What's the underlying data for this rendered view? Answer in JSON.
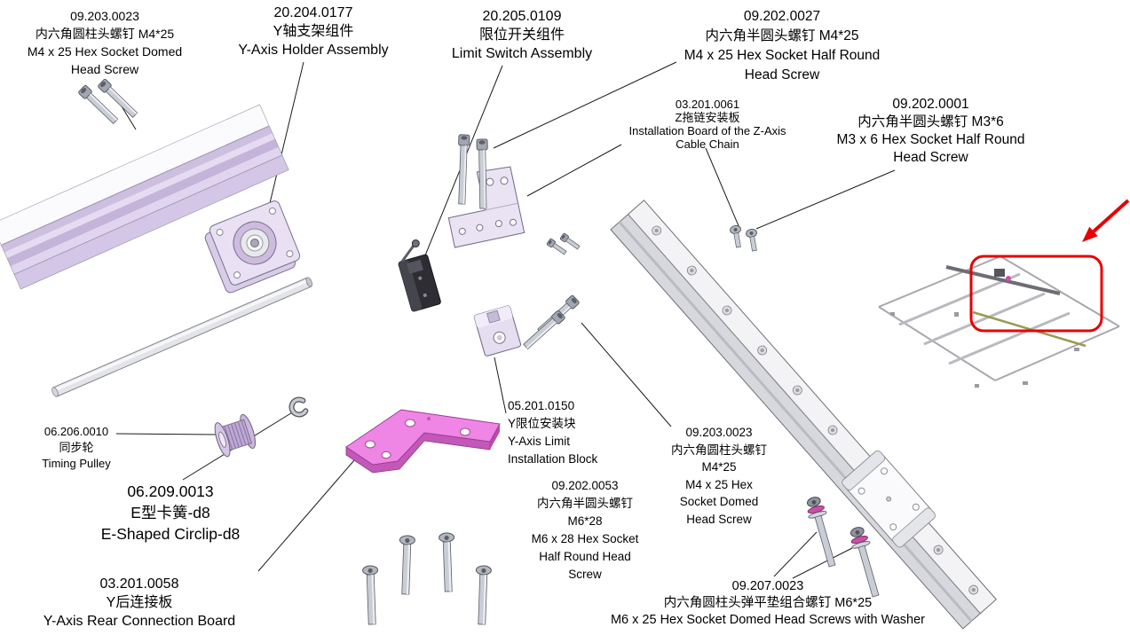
{
  "page": {
    "title": "Y-Axis Assembly Exploded View Diagram"
  },
  "colors": {
    "highlight_red": "#e80000",
    "board_pink": "#ef85e5",
    "part_lavender": "#e9e1f3",
    "metal_gray": "#c9cdd5",
    "washer_magenta": "#cc4fa5"
  },
  "labels": {
    "screw_m4x25_domed_tl": {
      "lines": [
        "09.203.0023",
        "内六角圆柱头螺钉 M4*25",
        "M4 x 25 Hex Socket Domed",
        "Head Screw"
      ]
    },
    "y_axis_holder": {
      "lines": [
        "20.204.0177",
        "Y轴支架组件",
        "Y-Axis Holder Assembly"
      ]
    },
    "limit_switch": {
      "lines": [
        "20.205.0109",
        "限位开关组件",
        "Limit Switch Assembly"
      ]
    },
    "screw_m4x25_half_round": {
      "lines": [
        "09.202.0027",
        "内六角半圆头螺钉 M4*25",
        "M4 x 25 Hex Socket Half Round",
        "Head Screw"
      ]
    },
    "z_cable_chain_board": {
      "lines": [
        "03.201.0061",
        "Z拖链安装板",
        "Installation Board of the Z-Axis",
        "Cable Chain"
      ]
    },
    "screw_m3x6": {
      "lines": [
        "09.202.0001",
        "内六角半圆头螺钉 M3*6",
        "M3 x 6 Hex Socket Half Round",
        "Head Screw"
      ]
    },
    "timing_pulley": {
      "lines": [
        "06.206.0010",
        "同步轮",
        "Timing Pulley"
      ]
    },
    "circlip": {
      "lines": [
        "06.209.0013",
        "E型卡簧-d8",
        "E-Shaped Circlip-d8"
      ]
    },
    "y_limit_block": {
      "lines": [
        "05.201.0150",
        "Y限位安装块",
        "Y-Axis Limit",
        "Installation Block"
      ]
    },
    "screw_m6x28": {
      "lines": [
        "09.202.0053",
        "内六角半圆头螺钉",
        "M6*28",
        "M6 x 28 Hex Socket",
        "Half Round Head",
        "Screw"
      ]
    },
    "screw_m4x25_domed_r": {
      "lines": [
        "09.203.0023",
        "内六角圆柱头螺钉",
        "M4*25",
        "M4 x 25 Hex",
        "Socket Domed",
        "Head Screw"
      ]
    },
    "y_rear_board": {
      "lines": [
        "03.201.0058",
        "Y后连接板",
        "Y-Axis Rear Connection Board"
      ]
    },
    "screw_m6x25_washer": {
      "lines": [
        "09.207.0023",
        "内六角圆柱头弹平垫组合螺钉 M6*25",
        "M6 x 25 Hex Socket Domed Head Screws with Washer"
      ]
    }
  }
}
